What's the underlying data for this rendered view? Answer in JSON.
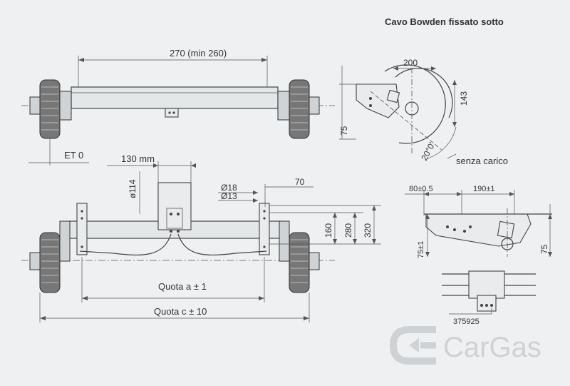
{
  "title": "Cavo Bowden fissato sotto",
  "labels": {
    "top_width": "270 (min 260)",
    "et": "ET 0",
    "size_130": "130 mm",
    "dia_114": "ø114",
    "dia_18": "Ø18",
    "dia_13": "Ø13",
    "size_70": "70",
    "size_75_top": "75",
    "size_200": "200",
    "size_143": "143",
    "angle_20": "20°0'",
    "senza_carico": "senza carico",
    "size_160": "160",
    "size_280": "280",
    "size_320": "320",
    "quota_a": "Quota a ± 1",
    "quota_c": "Quota c ± 10",
    "size_80": "80±0.5",
    "size_190": "190±1",
    "size_75_pm": "75±1",
    "size_75_right": "75",
    "part_no": "375925"
  },
  "logo": {
    "text": "CarGas",
    "mark_icon": "cargas-logo-icon"
  },
  "colors": {
    "background": "#eef0f1",
    "line": "#444444",
    "logo": "#cfd2d4"
  }
}
